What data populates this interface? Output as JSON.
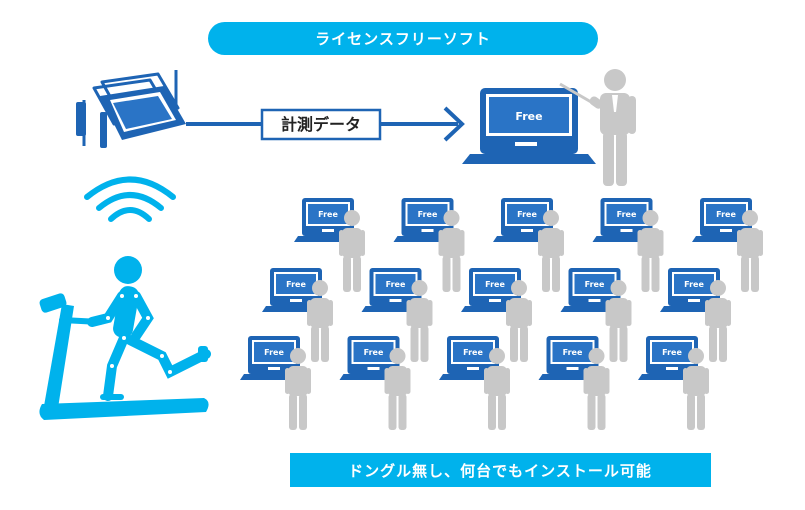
{
  "header": {
    "label": "ライセンスフリーソフト"
  },
  "flow": {
    "data_label": "計測データ"
  },
  "laptop": {
    "screen_label": "Free"
  },
  "footer": {
    "banner_label": "ドングル無し、何台でもインストール可能"
  },
  "colors": {
    "accent": "#00b2ec",
    "laptop_blue": "#1e64b4",
    "person_gray": "#c8c8c8",
    "arrow_blue": "#1e64b4"
  },
  "icons": [
    "camera-icon",
    "wifi-signal-icon",
    "treadmill-runner-icon",
    "laptop-icon",
    "presenter-icon",
    "person-icon"
  ]
}
